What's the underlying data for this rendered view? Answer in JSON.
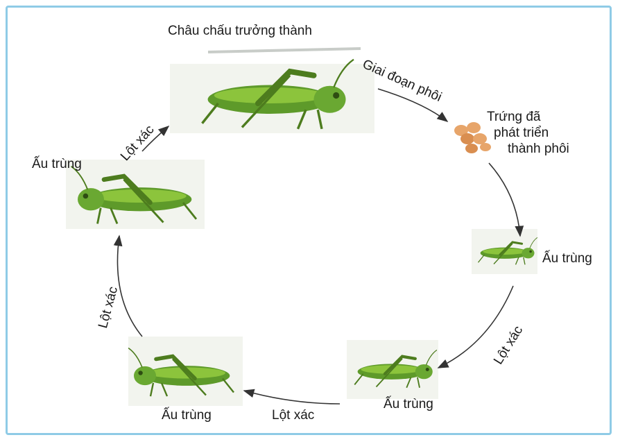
{
  "labels": {
    "adult": "Châu chấu trưởng thành",
    "embryo_stage": "Giai đoạn phôi",
    "egg_line1": "Trứng đã",
    "egg_line2": "phát triển",
    "egg_line3": "thành phôi",
    "nymph": "Ấu trùng",
    "molt": "Lột xác"
  },
  "colors": {
    "frame": "#8fcbe6",
    "grasshopper_body": "#5e9a2a",
    "grasshopper_light": "#8cc43c",
    "egg": "#e7a56a",
    "arrow": "#333333"
  },
  "icons": [
    "grasshopper-icon",
    "egg-cluster-icon",
    "arrow-icon"
  ]
}
